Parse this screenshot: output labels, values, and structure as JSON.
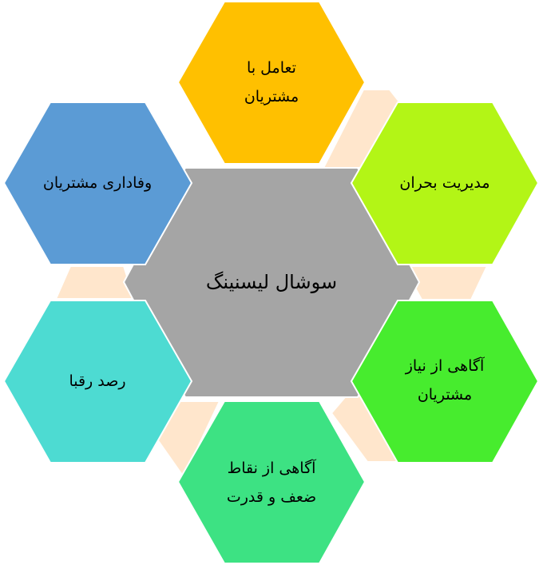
{
  "diagram": {
    "center": {
      "label": "سوشال لیسنینگ",
      "color": "#A5A5A5"
    },
    "nodes": [
      {
        "id": "top",
        "lines": [
          "تعامل با",
          "مشتریان"
        ],
        "color": "#FFC000"
      },
      {
        "id": "top-right",
        "lines": [
          "مدیریت بحران"
        ],
        "color": "#B3F516"
      },
      {
        "id": "bottom-right",
        "lines": [
          "آگاهی از نیاز",
          "مشتریان"
        ],
        "color": "#47EC2E"
      },
      {
        "id": "bottom",
        "lines": [
          "آگاهی از نقاط",
          "ضعف و قدرت"
        ],
        "color": "#3DE283"
      },
      {
        "id": "bottom-left",
        "lines": [
          "رصد رقبا"
        ],
        "color": "#4DDBD2"
      },
      {
        "id": "top-left",
        "lines": [
          "وفاداری مشتریان"
        ],
        "color": "#5B9BD5"
      }
    ],
    "connector_color": "#FFE6CC",
    "outline_color": "#FFFFFF"
  }
}
